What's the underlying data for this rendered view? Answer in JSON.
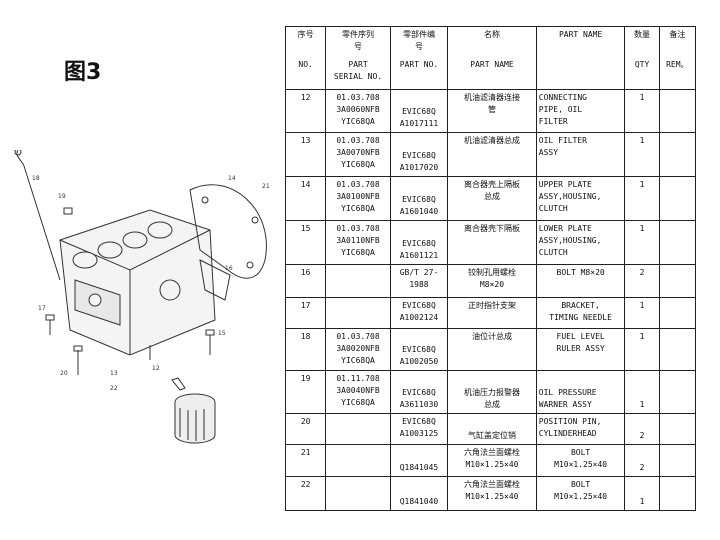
{
  "figure_label": "图3",
  "header": {
    "no_cn": "序号",
    "no_en": "NO.",
    "serial_cn": "零件序列\n号",
    "serial_en": "PART\nSERIAL NO.",
    "partno_cn": "零部件编\n号",
    "partno_en": "PART NO.",
    "name_cn": "名称",
    "name_en": "PART NAME",
    "pname": "PART NAME",
    "qty_cn": "数量",
    "qty_en": "QTY",
    "rem_cn": "备注",
    "rem_en": "REM。"
  },
  "rows": [
    {
      "no": "12",
      "serial": "01.03.708\n3A0060NFB\nYIC68QA",
      "partno": "EVIC68Q\nA1017111",
      "name": "机油滤清器连接\n管",
      "pname": "CONNECTING\nPIPE, OIL\nFILTER",
      "qty": "1"
    },
    {
      "no": "13",
      "serial": "01.03.708\n3A0070NFB\nYIC68QA",
      "partno": "EVIC68Q\nA1017020",
      "name": "机油滤清器总成",
      "pname": "OIL FILTER\nASSY",
      "qty": "1"
    },
    {
      "no": "14",
      "serial": "01.03.708\n3A0100NFB\nYIC68QA",
      "partno": "EVIC68Q\nA1601040",
      "name": "离合器壳上隔板\n总成",
      "pname": "UPPER PLATE\nASSY,HOUSING,\nCLUTCH",
      "qty": "1"
    },
    {
      "no": "15",
      "serial": "01.03.708\n3A0110NFB\nYIC68QA",
      "partno": "EVIC68Q\nA1601121",
      "name": "离合器壳下隔板",
      "pname": "LOWER PLATE\nASSY,HOUSING,\nCLUTCH",
      "qty": "1"
    },
    {
      "no": "16",
      "serial": "",
      "partno": "GB/T 27-\n1988",
      "name": "铰制孔用螺栓\nM8×20",
      "pname": "BOLT M8×20",
      "qty": "2"
    },
    {
      "no": "17",
      "serial": "",
      "partno": "EVIC68Q\nA1002124",
      "name": "正时指针支架",
      "pname": "BRACKET,\nTIMING NEEDLE",
      "qty": "1"
    },
    {
      "no": "18",
      "serial": "01.03.708\n3A0020NFB\nYIC68QA",
      "partno": "EVIC68Q\nA1002050",
      "name": "油位计总成",
      "pname": "FUEL LEVEL\nRULER ASSY",
      "qty": "1"
    },
    {
      "no": "19",
      "serial": "01.11.708\n3A0040NFB\nYIC68QA",
      "partno": "EVIC68Q\nA3611030",
      "name": "机油压力报警器\n总成",
      "pname": "OIL PRESSURE\nWARNER ASSY",
      "qty": "1"
    },
    {
      "no": "20",
      "serial": "",
      "partno": "EVIC68Q\nA1003125",
      "name": "气缸盖定位销",
      "pname": "POSITION PIN,\nCYLINDERHEAD",
      "qty": "2"
    },
    {
      "no": "21",
      "serial": "",
      "partno": "Q1841045",
      "name": "六角法兰面螺栓\nM10×1.25×40",
      "pname": "BOLT\nM10×1.25×40",
      "qty": "2"
    },
    {
      "no": "22",
      "serial": "",
      "partno": "Q1841040",
      "name": "六角法兰面螺栓\nM10×1.25×40",
      "pname": "BOLT\nM10×1.25×40",
      "qty": "1"
    }
  ],
  "callouts": [
    "18",
    "19",
    "14",
    "21",
    "17",
    "13",
    "12",
    "20",
    "22",
    "15",
    "16"
  ]
}
